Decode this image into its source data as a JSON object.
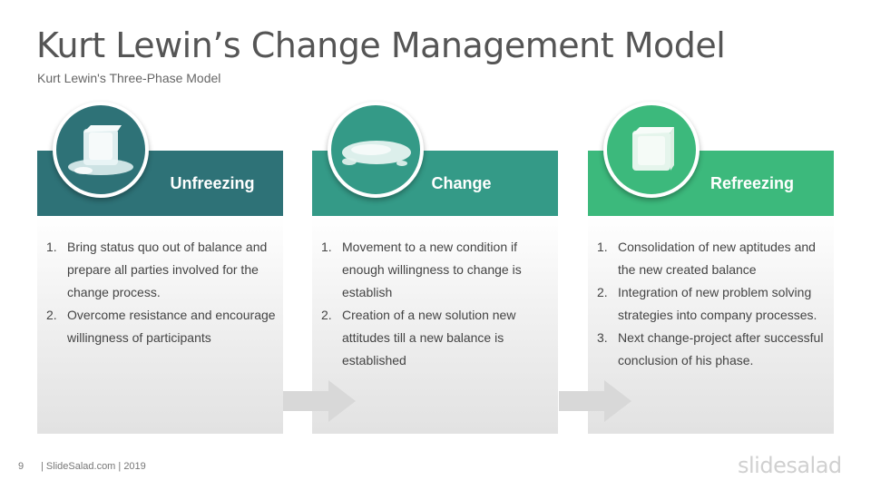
{
  "slide": {
    "title": "Kurt Lewin’s Change Management Model",
    "subtitle": "Kurt Lewin's Three-Phase Model"
  },
  "phases": [
    {
      "label": "Unfreezing",
      "icon": "ice-cube-melting-icon",
      "color": "#2e7277",
      "items": [
        {
          "num": "1.",
          "text": "Bring status quo out of balance and prepare all parties involved for the change process."
        },
        {
          "num": "2.",
          "text": "Overcome resistance and encourage willingness of participants"
        }
      ]
    },
    {
      "label": "Change",
      "icon": "water-puddle-icon",
      "color": "#349a87",
      "items": [
        {
          "num": "1.",
          "text": "Movement to a new condition if enough willingness to change is establish"
        },
        {
          "num": "2.",
          "text": "Creation of a new solution new attitudes till a new balance is established"
        }
      ]
    },
    {
      "label": "Refreezing",
      "icon": "ice-cube-icon",
      "color": "#3cb97c",
      "items": [
        {
          "num": "1.",
          "text": "Consolidation of new aptitudes and the new created balance"
        },
        {
          "num": "2.",
          "text": "Integration of new problem solving strategies into company processes."
        },
        {
          "num": "3.",
          "text": "Next change-project after successful conclusion of his phase."
        }
      ]
    }
  ],
  "footer": {
    "page": "9",
    "text": "| SlideSalad.com | 2019",
    "brand": "slidesalad"
  }
}
